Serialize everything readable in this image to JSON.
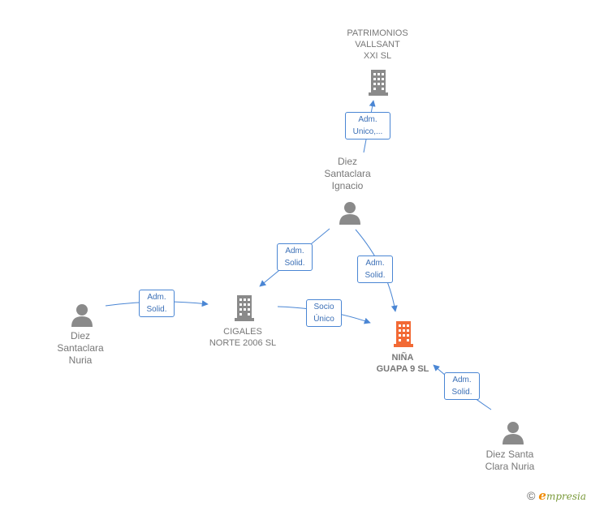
{
  "nodes": {
    "patrimonios": {
      "label": "PATRIMONIOS\nVALLSANT\nXXI  SL",
      "type": "company"
    },
    "ignacio": {
      "label": "Diez\nSantaclara\nIgnacio",
      "type": "person"
    },
    "cigales": {
      "label": "CIGALES\nNORTE 2006 SL",
      "type": "company"
    },
    "nuria_left": {
      "label": "Diez\nSantaclara\nNuria",
      "type": "person"
    },
    "nina": {
      "label": "NIÑA\nGUAPA 9  SL",
      "type": "company-focus"
    },
    "clara_nuria": {
      "label": "Diez Santa\nClara Nuria",
      "type": "person"
    }
  },
  "edges": {
    "ignacio_patrimonios": "Adm.\nUnico,...",
    "ignacio_cigales": "Adm.\nSolid.",
    "ignacio_nina": "Adm.\nSolid.",
    "nuria_cigales": "Adm.\nSolid.",
    "cigales_nina": "Socio\nÚnico",
    "claranuria_nina": "Adm.\nSolid."
  },
  "colors": {
    "edge": "#4a86d4",
    "node_gray": "#8a8a8a",
    "focus": "#f26a35"
  },
  "watermark": {
    "copyright": "©",
    "brand_initial": "e",
    "brand_rest": "mpresia"
  }
}
